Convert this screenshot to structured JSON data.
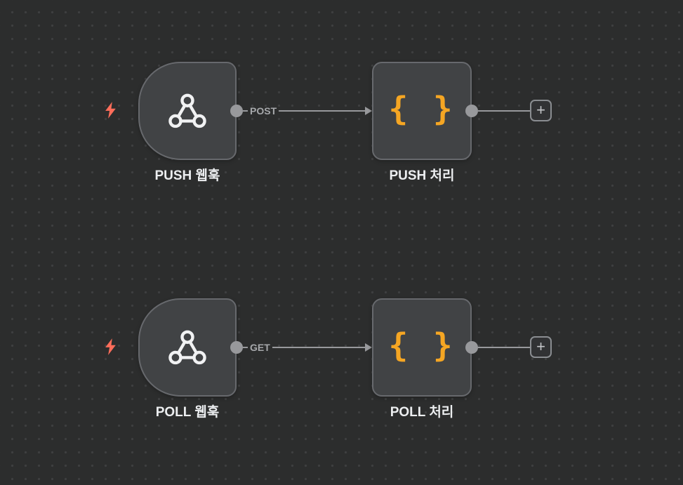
{
  "canvas": {
    "background": "#2c2d2d",
    "dot_color": "#3e3f40"
  },
  "colors": {
    "node_fill": "#414345",
    "node_border": "#67696d",
    "connector_and_wire": "#98999c",
    "trigger_bolt": "#ff6d5a",
    "braces_icon": "#f5a623",
    "node_label_text": "#eceef0",
    "wire_label_text": "#a6a8ab"
  },
  "rows": [
    {
      "trigger": {
        "label": "PUSH 웹훅",
        "icon": "webhook-icon"
      },
      "wire": {
        "label": "POST"
      },
      "processor": {
        "label": "PUSH 처리",
        "icon": "code-braces-icon",
        "icon_glyph": "{ }"
      },
      "add_button_label": "+"
    },
    {
      "trigger": {
        "label": "POLL 웹훅",
        "icon": "webhook-icon"
      },
      "wire": {
        "label": "GET"
      },
      "processor": {
        "label": "POLL 처리",
        "icon": "code-braces-icon",
        "icon_glyph": "{ }"
      },
      "add_button_label": "+"
    }
  ]
}
